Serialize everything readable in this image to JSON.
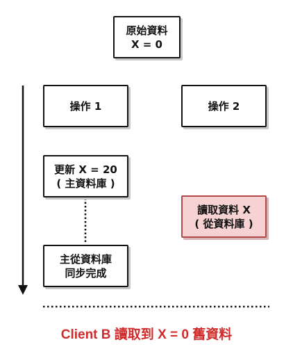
{
  "nodes": {
    "original": {
      "line1": "原始資料",
      "line2": "X = 0"
    },
    "op1": {
      "label": "操作 1"
    },
    "op2": {
      "label": "操作 2"
    },
    "update": {
      "line1": "更新 X = 20",
      "line2": "( 主資料庫 )"
    },
    "read": {
      "line1": "讀取資料 X",
      "line2": "( 從資料庫 )"
    },
    "sync": {
      "line1": "主從資料庫",
      "line2": "同步完成"
    }
  },
  "caption": "Client B 讀取到 X = 0 舊資料",
  "colors": {
    "highlight_fill": "#f6d3d2",
    "highlight_border": "#b04a4a",
    "caption": "#d02a2a"
  }
}
